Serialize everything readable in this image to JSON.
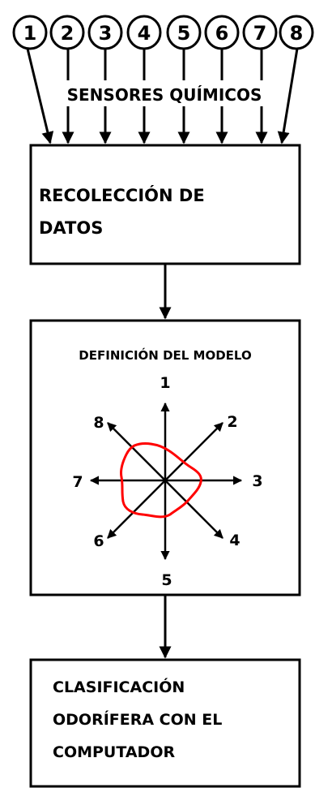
{
  "sensors": [
    "1",
    "2",
    "3",
    "4",
    "5",
    "6",
    "7",
    "8"
  ],
  "sensors_label": "SENSORES QUÍMICOS",
  "box1": {
    "lines": [
      "RECOLECCIÓN DE",
      "DATOS"
    ]
  },
  "box2": {
    "title": "DEFINICIÓN DEL MODELO",
    "axes": [
      "1",
      "2",
      "3",
      "4",
      "5",
      "6",
      "7",
      "8"
    ]
  },
  "box3": {
    "lines": [
      "CLASIFICACIÓN",
      "ODORÍFERA CON EL",
      "COMPUTADOR"
    ]
  },
  "colors": {
    "stroke": "#000000",
    "profile": "#ff0000",
    "background": "#ffffff"
  }
}
